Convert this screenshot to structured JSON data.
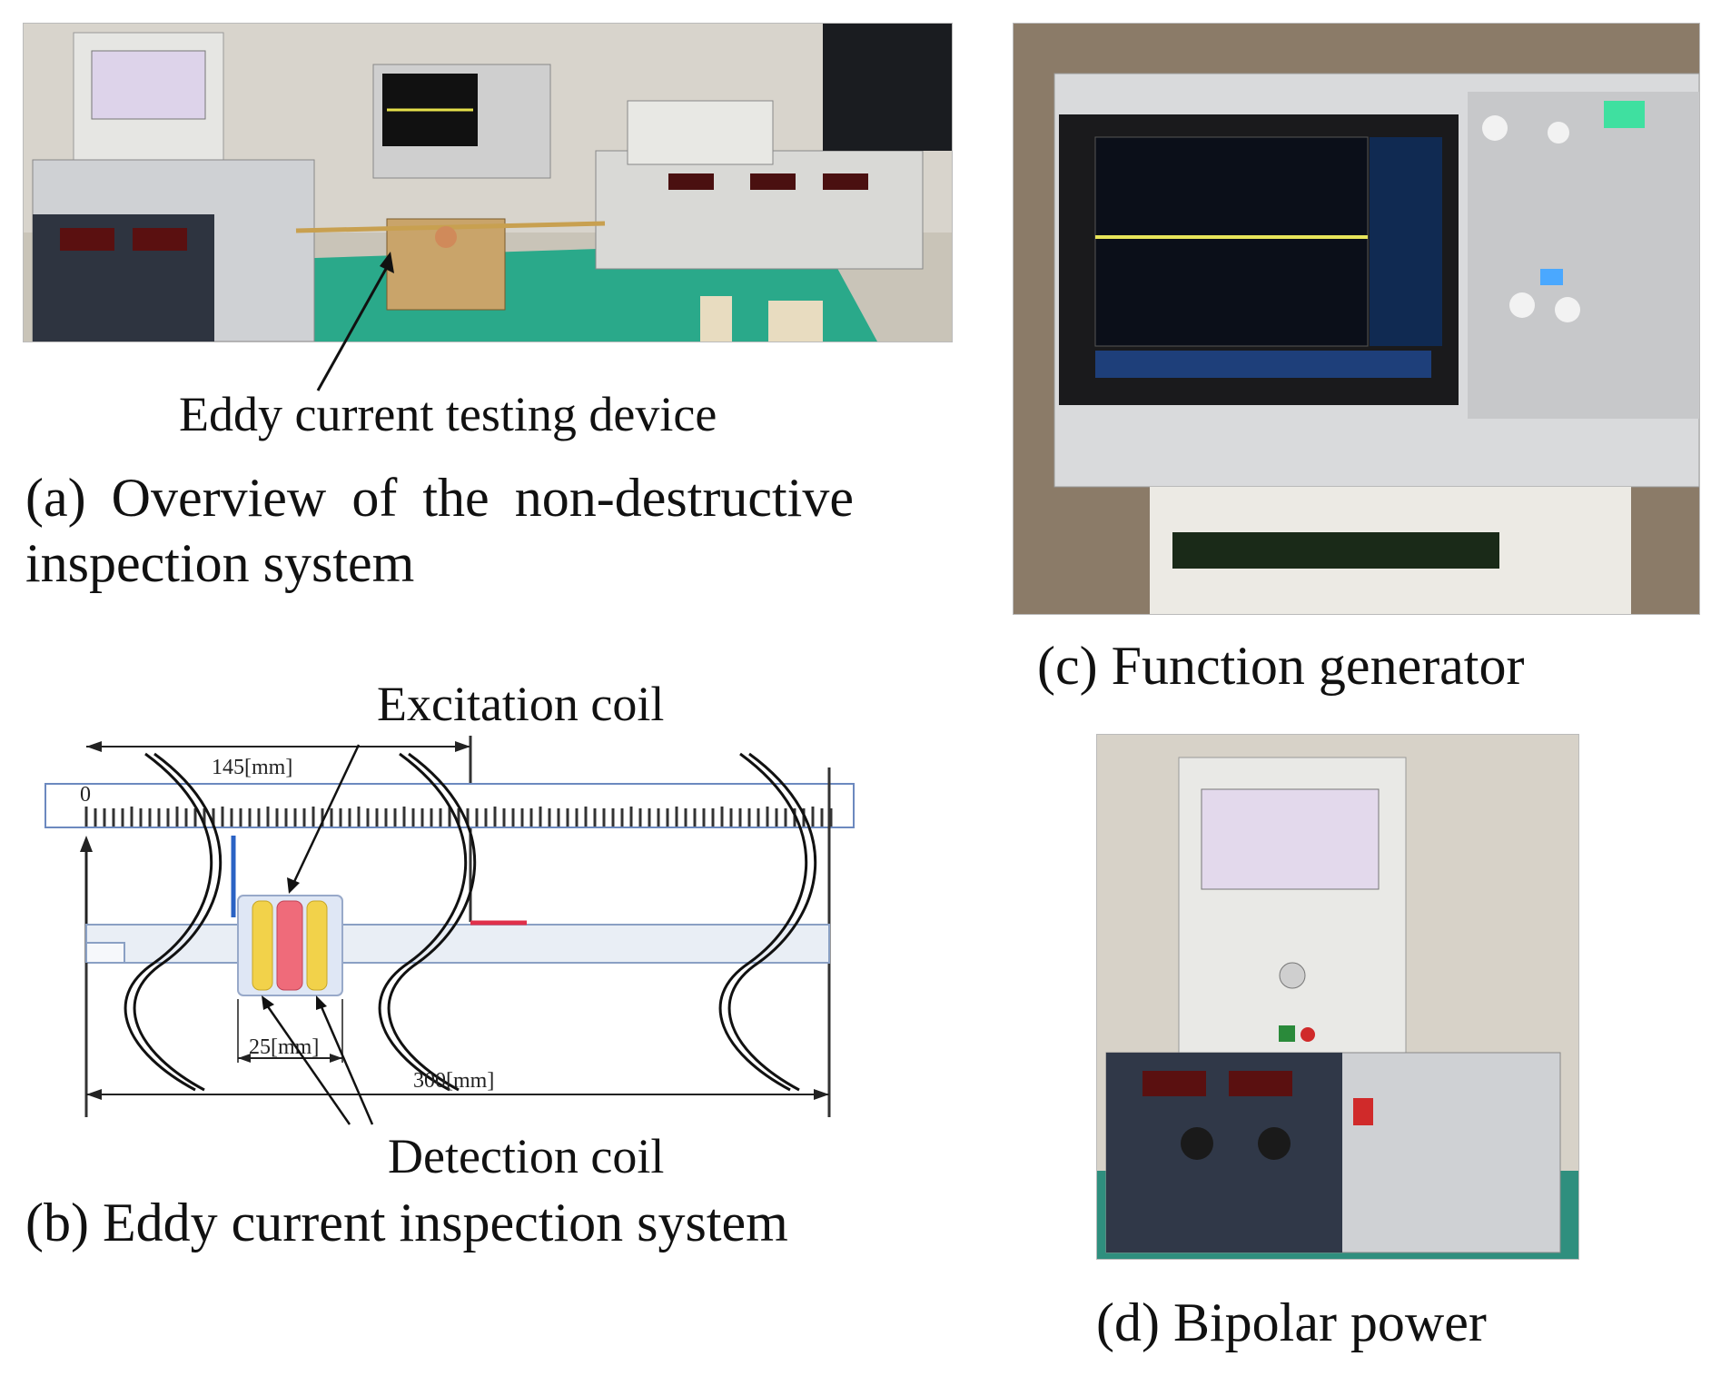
{
  "panel_a": {
    "annotation": "Eddy current testing device",
    "caption": "(a) Overview of the non-destructive inspection system"
  },
  "panel_b": {
    "excitation_label": "Excitation coil",
    "detection_label": "Detection coil",
    "dim_145": "145[mm]",
    "dim_25": "25[mm]",
    "dim_300": "300[mm]",
    "scale_zero": "0",
    "caption": "(b) Eddy current inspection system",
    "colors": {
      "detection_coil": "#f2d24a",
      "excitation_coil": "#ef6b7a",
      "pipe": "#e9eef5",
      "defect": "#e0304a"
    }
  },
  "panel_c": {
    "caption": "(c) Function generator"
  },
  "panel_d": {
    "caption": "(d) Bipolar power"
  }
}
